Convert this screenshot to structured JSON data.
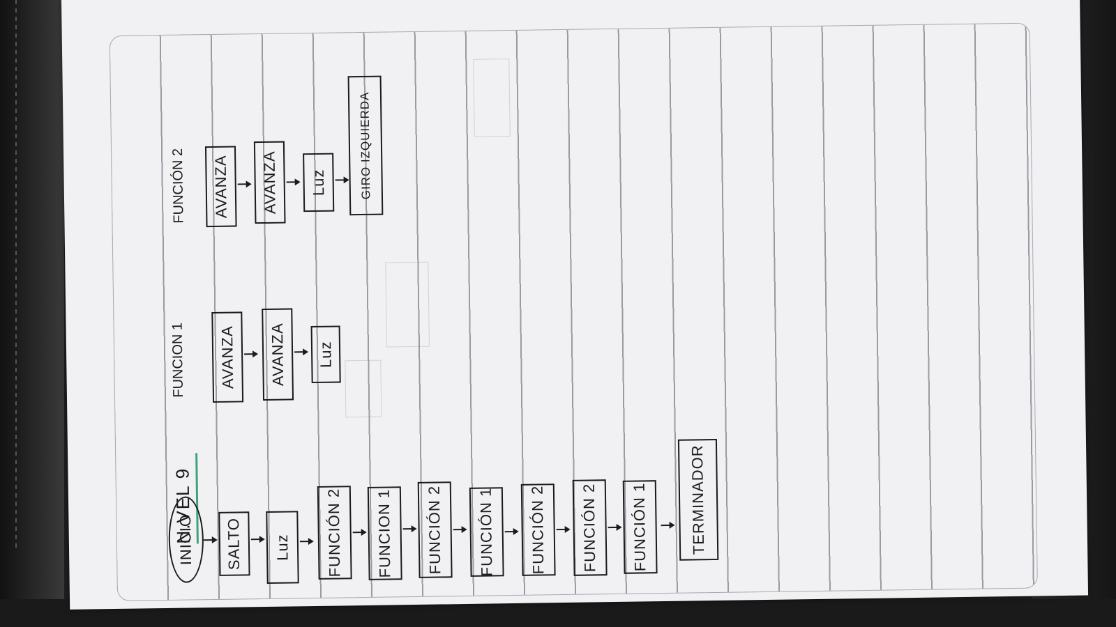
{
  "page": {
    "title": "N.VEL 9"
  },
  "main_flow": {
    "start": "INICIO",
    "steps": [
      "SALTO",
      "Luz",
      "FUNCIÓN 2",
      "FUNCION 1",
      "FUNCIÓN 2",
      "FUNCIÓN 1",
      "FUNCIÓN 2",
      "FUNCIÓN 2",
      "FUNCIÓN 1"
    ],
    "end": "TERMINADOR"
  },
  "funcion1": {
    "label": "FUNCION 1",
    "steps": [
      "AVANZA",
      "AVANZA",
      "Luz"
    ]
  },
  "funcion2": {
    "label": "FUNCIÓN 2",
    "steps": [
      "AVANZA",
      "AVANZA",
      "Luz",
      "GIRO IZQUIERDA"
    ]
  },
  "colors": {
    "title_underline": "#3fa37a",
    "ink": "#1b1b1b",
    "paper": "#f1f0f2",
    "rule_lines": "#9a9aa4"
  }
}
